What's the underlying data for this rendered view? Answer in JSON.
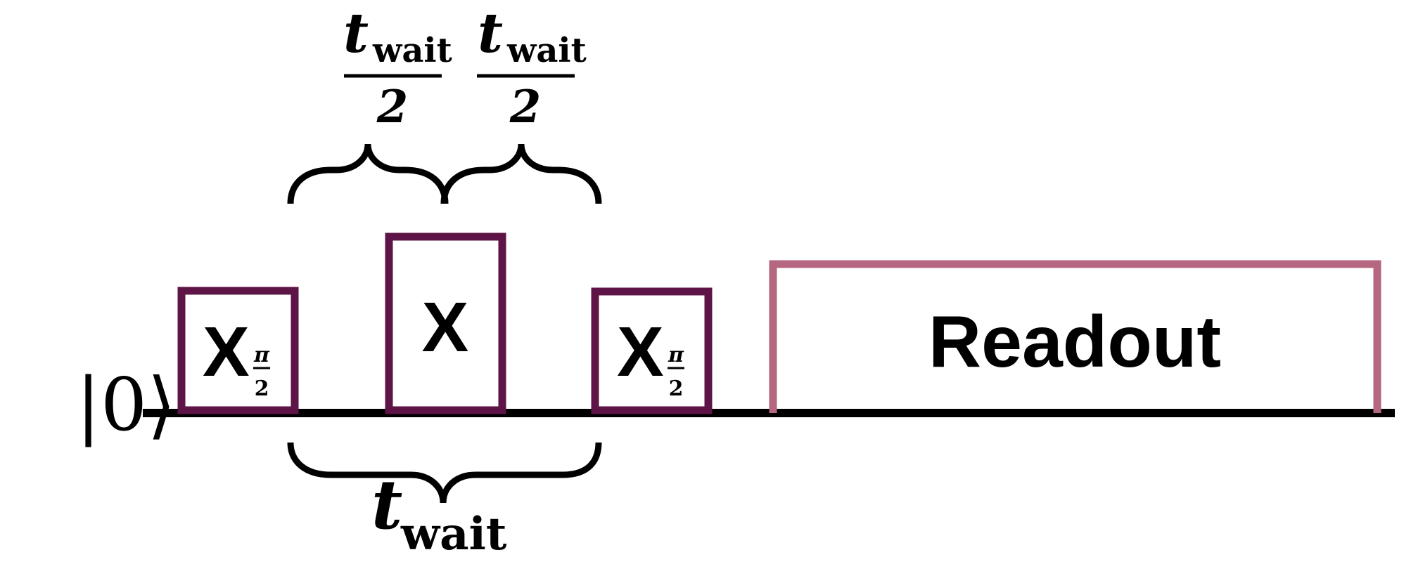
{
  "state_label": "|0⟩",
  "gates": [
    {
      "symbol": "X",
      "fraction_num": "π",
      "fraction_den": "2"
    },
    {
      "symbol": "X"
    },
    {
      "symbol": "X",
      "fraction_num": "π",
      "fraction_den": "2"
    }
  ],
  "readout_label": "Readout",
  "top_braces": [
    {
      "t_symbol": "t",
      "subscript": "wait",
      "denominator": "2"
    },
    {
      "t_symbol": "t",
      "subscript": "wait",
      "denominator": "2"
    }
  ],
  "bottom_brace": {
    "t_symbol": "t",
    "subscript": "wait"
  },
  "colors": {
    "gate_border": "#5e1446",
    "readout_border": "#b5677f",
    "line": "#000000",
    "text": "#000000"
  }
}
